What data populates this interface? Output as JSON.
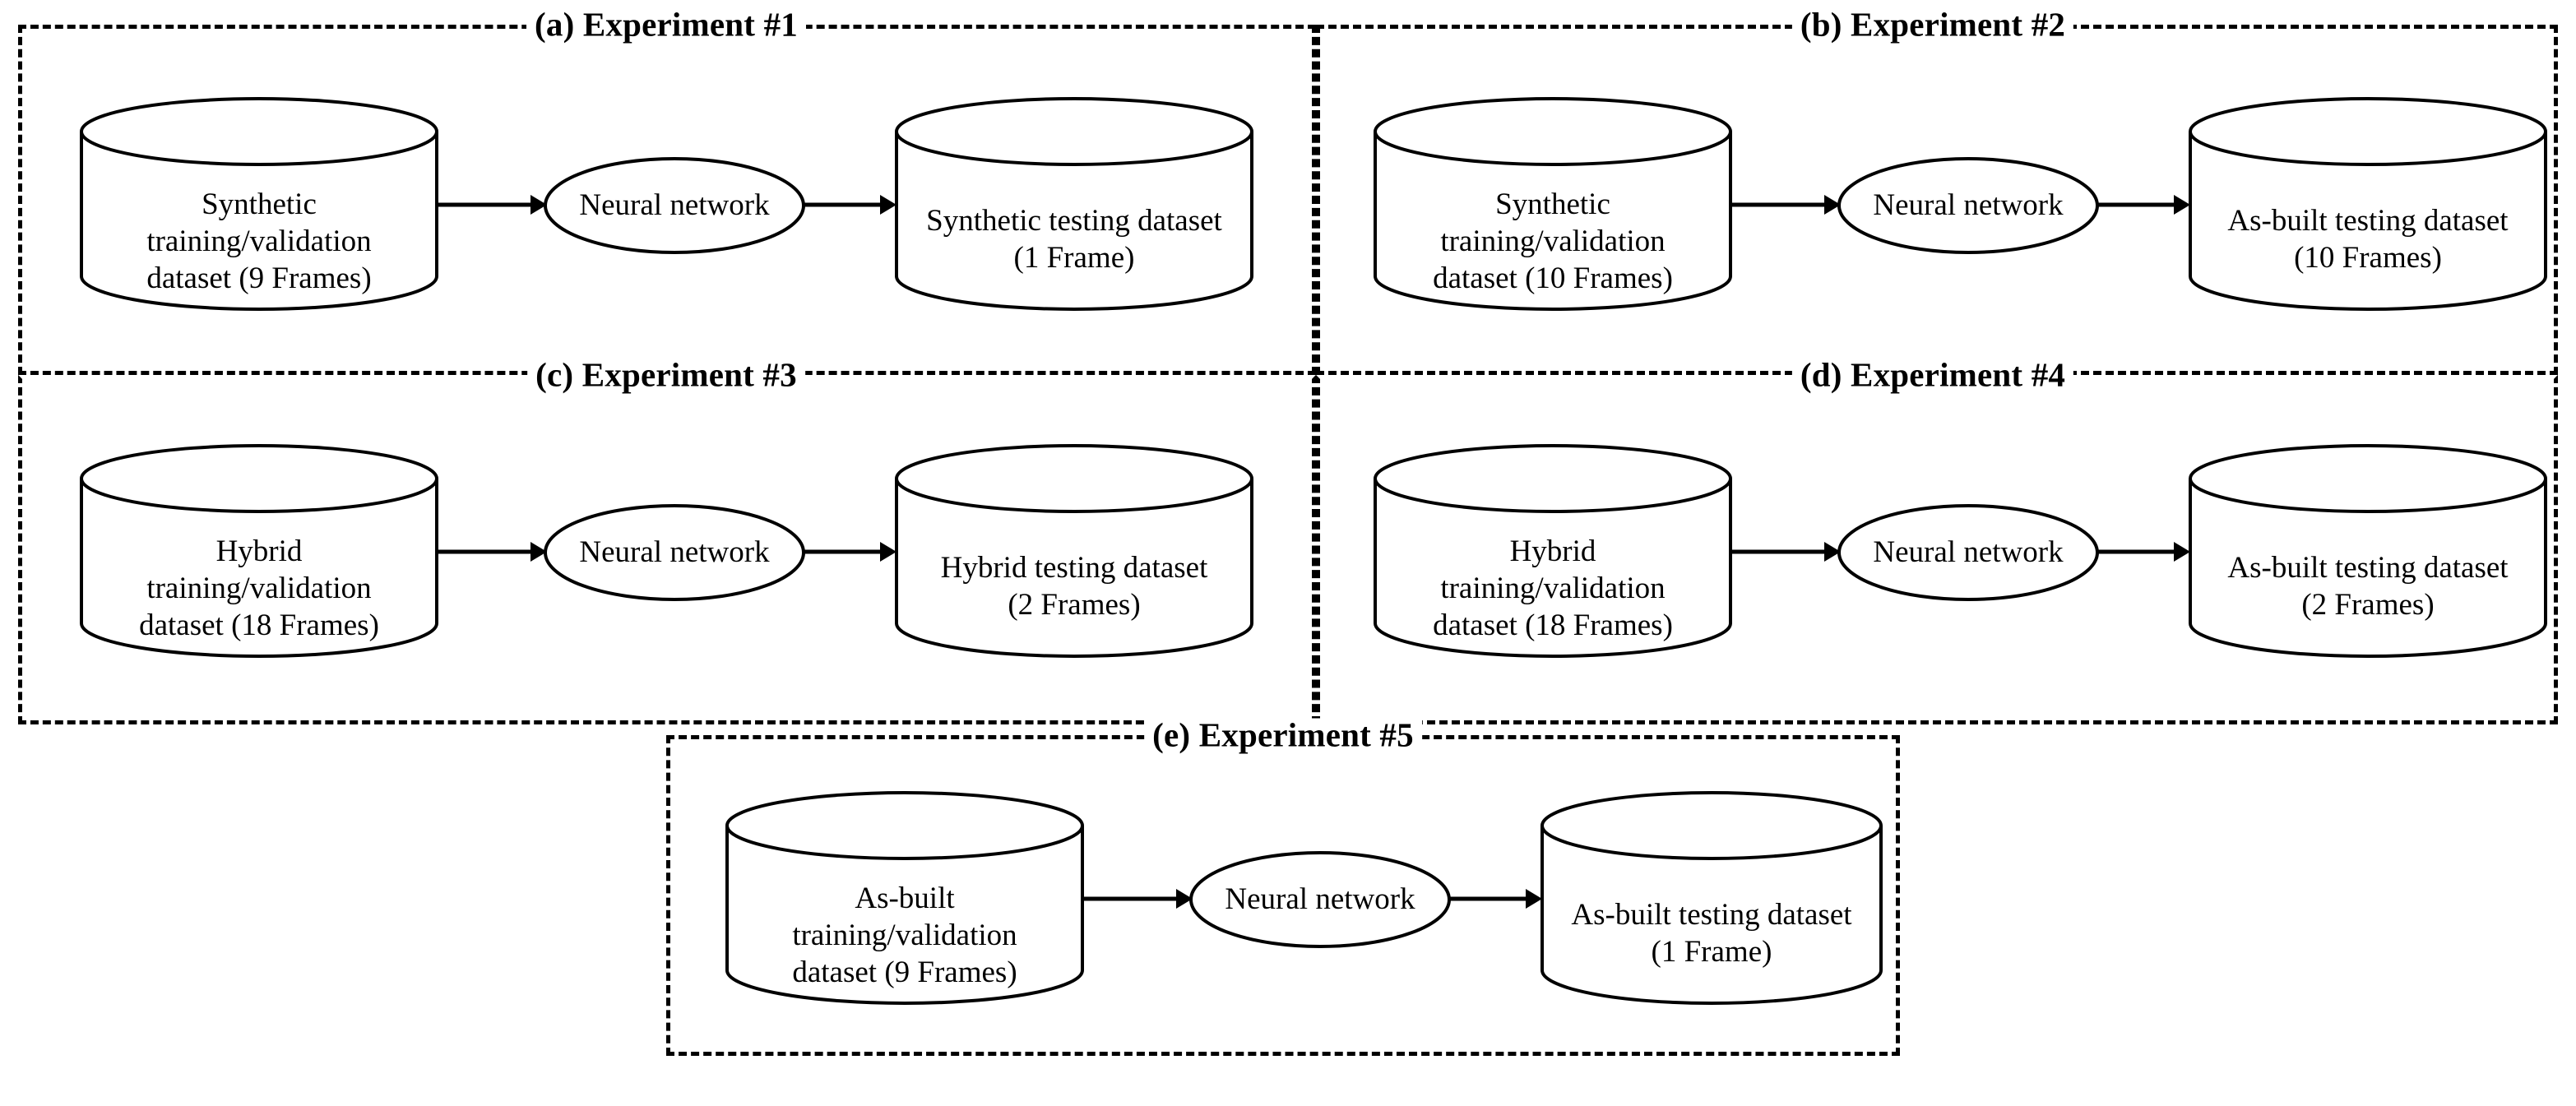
{
  "figure": {
    "type": "diagram",
    "description": "Five experiment pipeline panels; each panel shows a training/validation dataset cylinder feeding a Neural network ellipse which outputs to a testing dataset cylinder.",
    "line_color": "#000000",
    "background_color": "#ffffff"
  },
  "panels": [
    {
      "id": "experiment-1",
      "caption": "(a) Experiment #1",
      "source": {
        "name": "synthetic-training-validation-dataset",
        "label": "Synthetic\ntraining/validation\ndataset (9 Frames)"
      },
      "process": {
        "name": "neural-network",
        "label": "Neural network"
      },
      "target": {
        "name": "synthetic-testing-dataset",
        "label": "Synthetic testing dataset\n(1 Frame)"
      }
    },
    {
      "id": "experiment-2",
      "caption": "(b) Experiment #2",
      "source": {
        "name": "synthetic-training-validation-dataset",
        "label": "Synthetic\ntraining/validation\ndataset (10 Frames)"
      },
      "process": {
        "name": "neural-network",
        "label": "Neural network"
      },
      "target": {
        "name": "as-built-testing-dataset",
        "label": "As-built testing dataset\n(10 Frames)"
      }
    },
    {
      "id": "experiment-3",
      "caption": "(c) Experiment #3",
      "source": {
        "name": "hybrid-training-validation-dataset",
        "label": "Hybrid\ntraining/validation\ndataset (18 Frames)"
      },
      "process": {
        "name": "neural-network",
        "label": "Neural network"
      },
      "target": {
        "name": "hybrid-testing-dataset",
        "label": "Hybrid testing dataset\n(2 Frames)"
      }
    },
    {
      "id": "experiment-4",
      "caption": "(d) Experiment #4",
      "source": {
        "name": "hybrid-training-validation-dataset",
        "label": "Hybrid\ntraining/validation\ndataset (18 Frames)"
      },
      "process": {
        "name": "neural-network",
        "label": "Neural network"
      },
      "target": {
        "name": "as-built-testing-dataset",
        "label": "As-built testing dataset\n(2 Frames)"
      }
    },
    {
      "id": "experiment-5",
      "caption": "(e) Experiment #5",
      "source": {
        "name": "as-built-training-validation-dataset",
        "label": "As-built\ntraining/validation\ndataset (9 Frames)"
      },
      "process": {
        "name": "neural-network",
        "label": "Neural network"
      },
      "target": {
        "name": "as-built-testing-dataset",
        "label": "As-built testing dataset\n(1 Frame)"
      }
    }
  ]
}
